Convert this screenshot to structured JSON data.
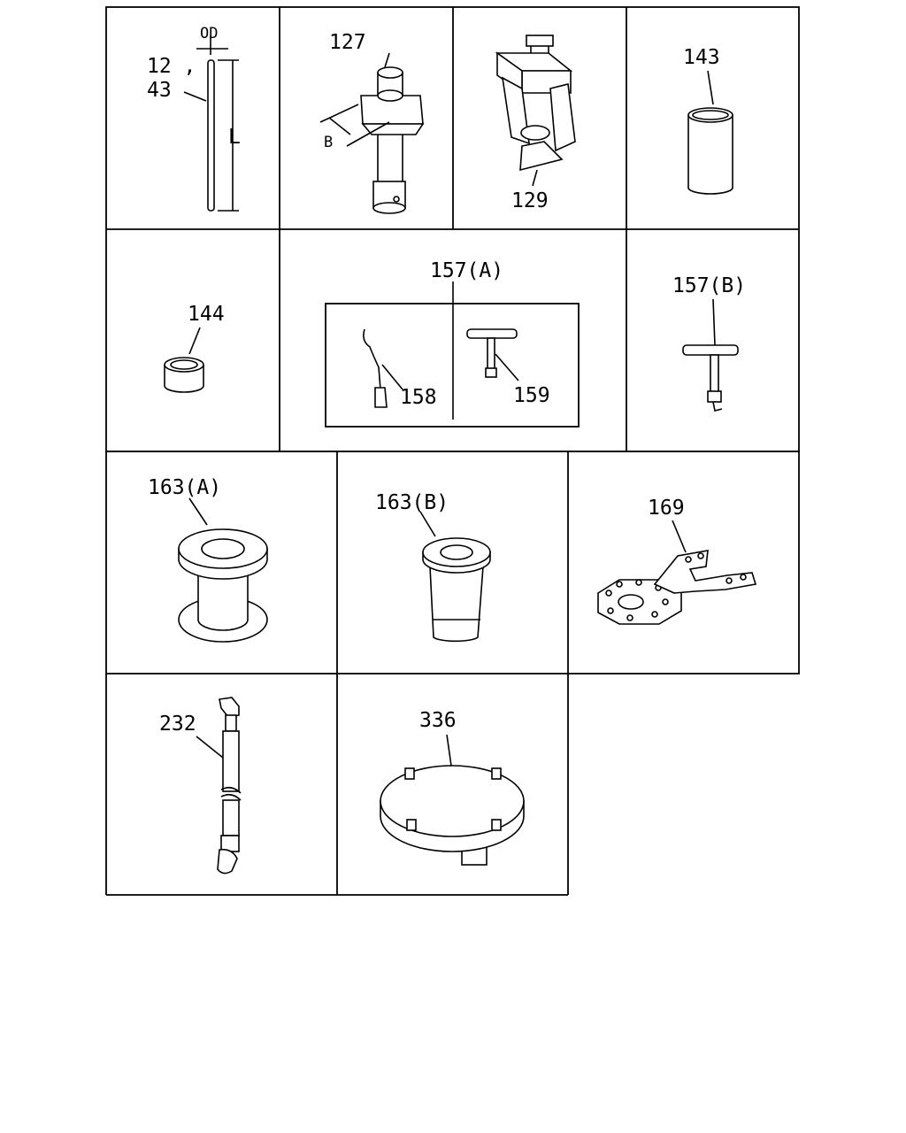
{
  "parts": {
    "p12_43": "12,\n43",
    "p12": "12 ,",
    "p43": "43",
    "od": "OD",
    "l": "L",
    "b": "B",
    "p127": "127",
    "p129": "129",
    "p143": "143",
    "p144": "144",
    "p157a": "157(A)",
    "p158": "158",
    "p159": "159",
    "p157b": "157(B)",
    "p163a": "163(A)",
    "p163b": "163(B)",
    "p169": "169",
    "p232": "232",
    "p336": "336"
  }
}
